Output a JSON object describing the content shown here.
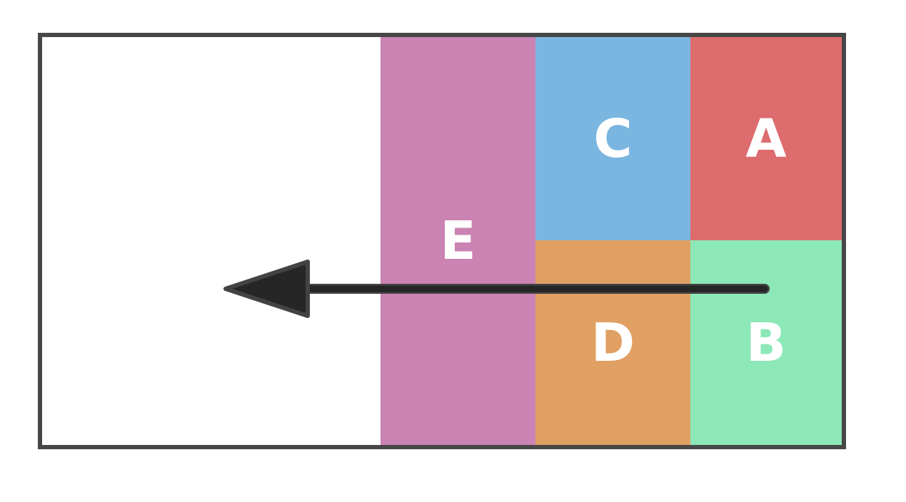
{
  "diagram": {
    "background_color": "#ffffff",
    "frame": {
      "border_color": "#474747"
    },
    "blocks": [
      {
        "id": "E",
        "label": "E",
        "color": "#ca83b2",
        "position": "full-height column, left of group"
      },
      {
        "id": "C",
        "label": "C",
        "color": "#7ab6e0",
        "position": "top middle"
      },
      {
        "id": "A",
        "label": "A",
        "color": "#dd6c6e",
        "position": "top right"
      },
      {
        "id": "D",
        "label": "D",
        "color": "#e0a063",
        "position": "bottom middle"
      },
      {
        "id": "B",
        "label": "B",
        "color": "#8de8b7",
        "position": "bottom right"
      }
    ],
    "label_color": "#ffffff",
    "arrow": {
      "direction": "left",
      "fill_color": "#262626",
      "outline_color": "#434343"
    }
  }
}
